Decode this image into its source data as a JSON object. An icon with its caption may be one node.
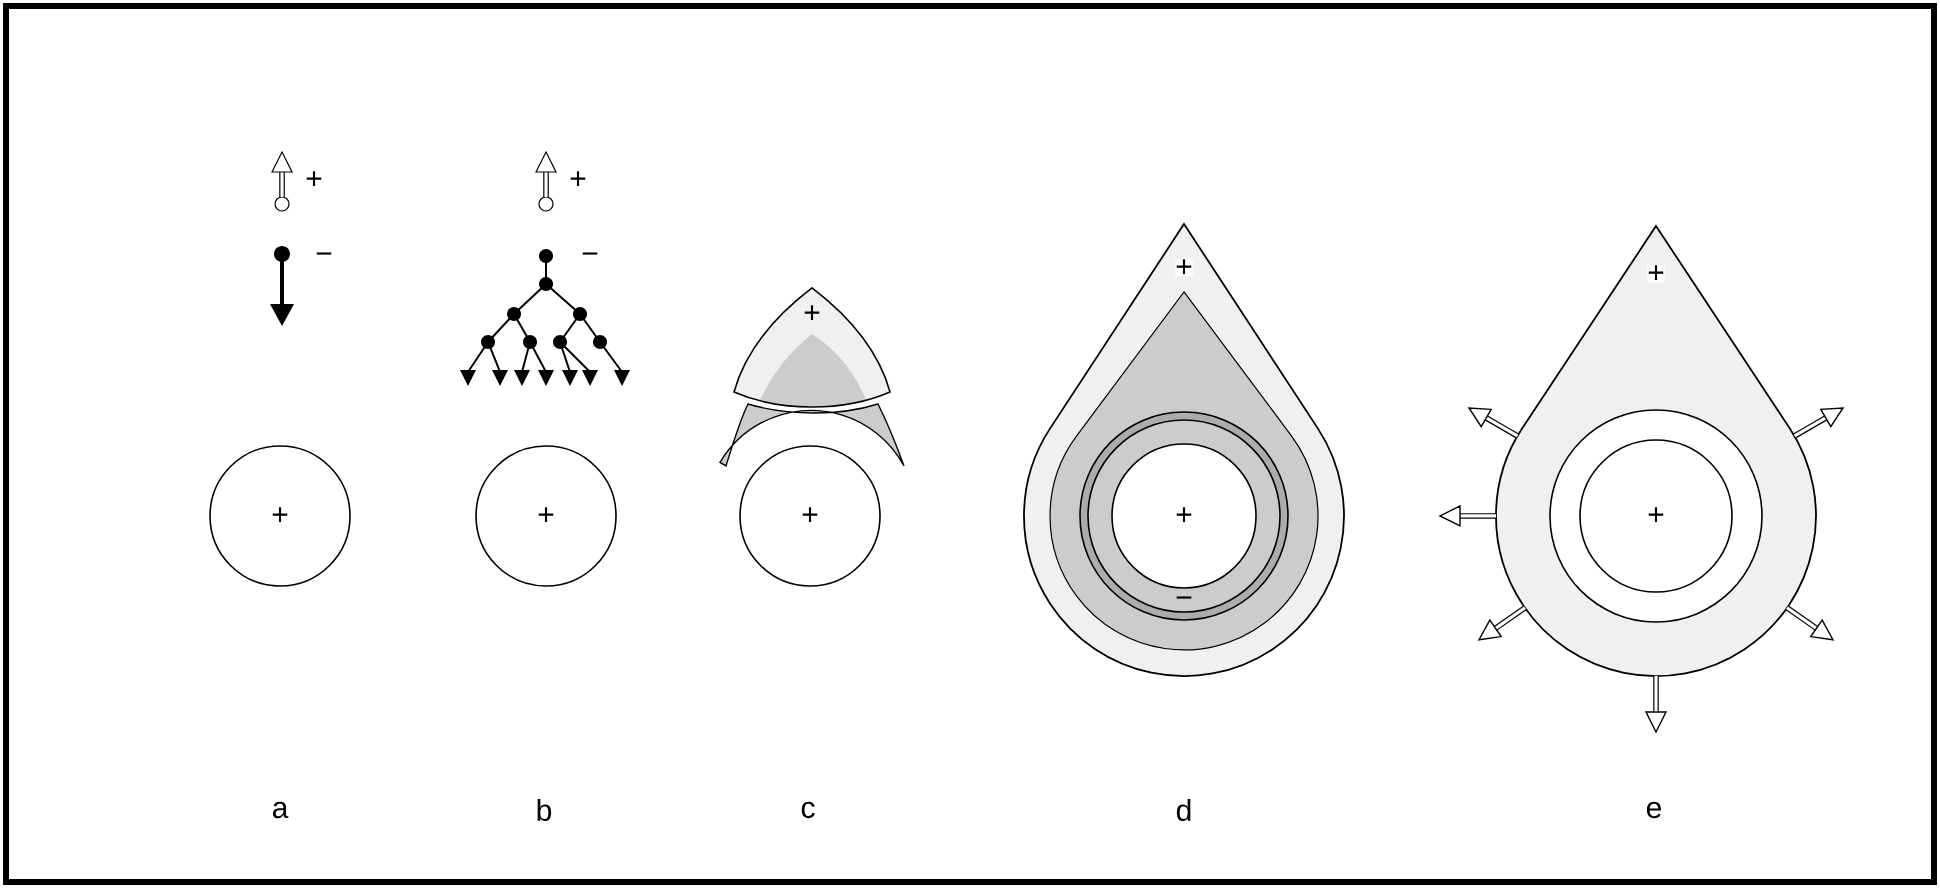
{
  "diagram": {
    "nodes": [
      {
        "text": [
          "+"
        ]
      },
      {
        "text": [
          "+"
        ]
      },
      {
        "text": [
          "+"
        ]
      },
      {
        "text": [],
        "shape": "arch"
      },
      {
        "text": [
          "+"
        ]
      },
      {
        "text": [
          "+",
          "−"
        ]
      },
      {
        "text": [
          "+"
        ],
        "in": 5
      },
      {
        "text": [
          "+"
        ]
      },
      {
        "text": [
          "+"
        ],
        "in": 7
      }
    ],
    "labels": [
      "+",
      "−",
      "+",
      "−",
      "a",
      "b",
      "c",
      "d",
      "e"
    ]
  }
}
